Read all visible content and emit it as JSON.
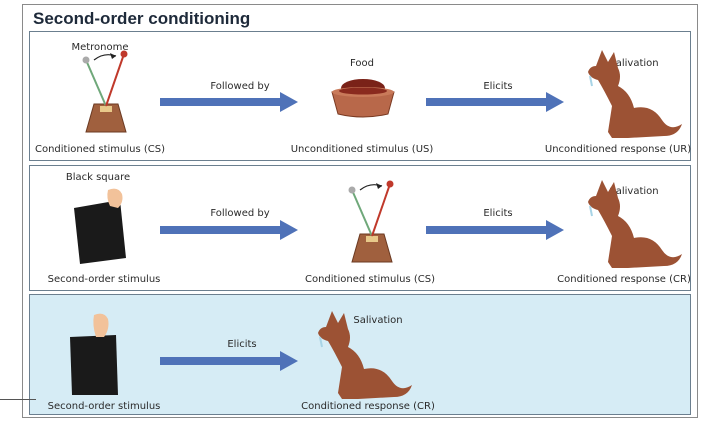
{
  "title": "Second-order conditioning",
  "panels": [
    {
      "top_labels": [
        "Metronome",
        "Food",
        "Salivation"
      ],
      "arrow_labels": [
        "Followed by",
        "Elicits"
      ],
      "bottom_labels": [
        "Conditioned stimulus (CS)",
        "Unconditioned stimulus (US)",
        "Unconditioned response (UR)"
      ]
    },
    {
      "top_labels": [
        "Black square",
        "Salivation"
      ],
      "arrow_labels": [
        "Followed by",
        "Elicits"
      ],
      "bottom_labels": [
        "Second-order stimulus",
        "Conditioned stimulus (CS)",
        "Conditioned response (CR)"
      ]
    },
    {
      "top_labels": [
        "Salivation"
      ],
      "arrow_labels": [
        "Elicits"
      ],
      "bottom_labels": [
        "Second-order stimulus",
        "Conditioned response (CR)"
      ]
    }
  ],
  "colors": {
    "arrow": "#4f72b8",
    "dog": "#9c5234",
    "panel3_bg": "#d6ecf5",
    "bowl": "#b8684a"
  },
  "icons": [
    "metronome-icon",
    "food-bowl-icon",
    "dog-icon",
    "black-square-icon",
    "hand-icon"
  ]
}
